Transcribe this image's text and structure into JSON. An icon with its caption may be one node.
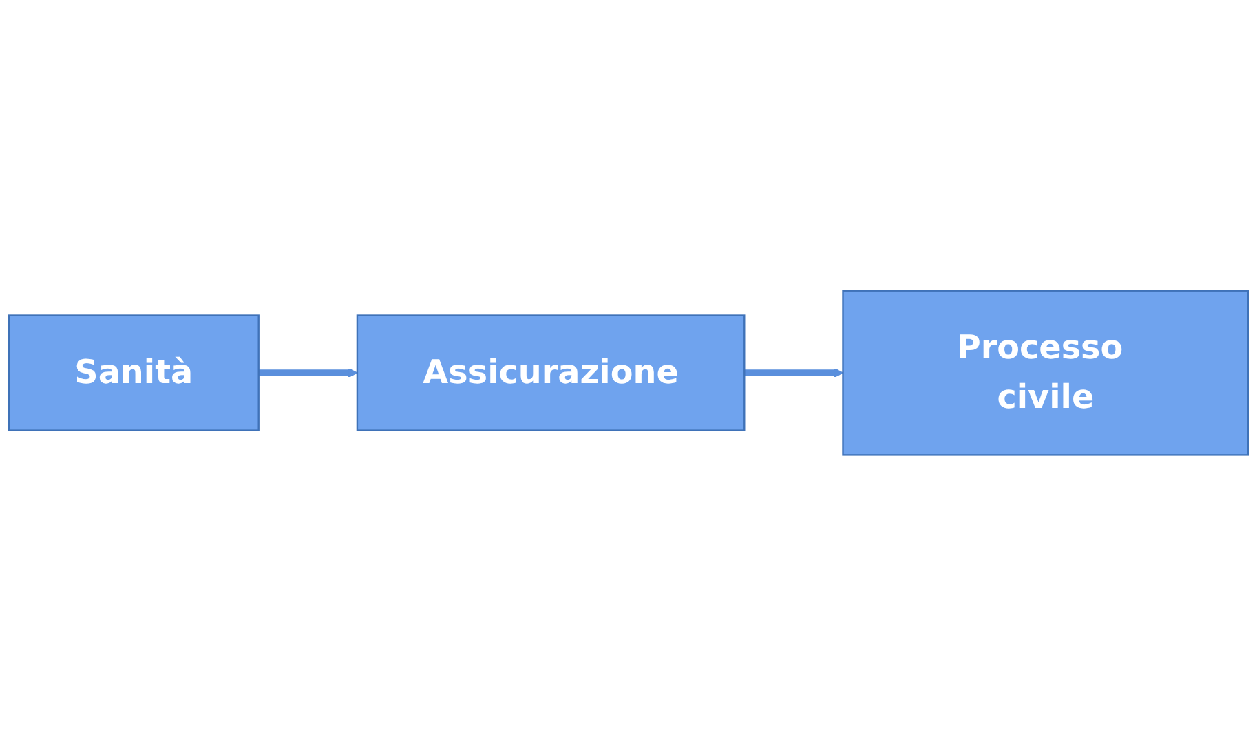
{
  "diagram": {
    "nodes": [
      {
        "text": [
          "Sanità"
        ]
      },
      {
        "text": [
          "Assicurazione"
        ]
      },
      {
        "text": [
          "Processo civile"
        ]
      }
    ],
    "edges": [
      {
        "from": 0,
        "to": 1,
        "arrow": "to"
      },
      {
        "from": 1,
        "to": 2,
        "arrow": "to"
      }
    ]
  }
}
